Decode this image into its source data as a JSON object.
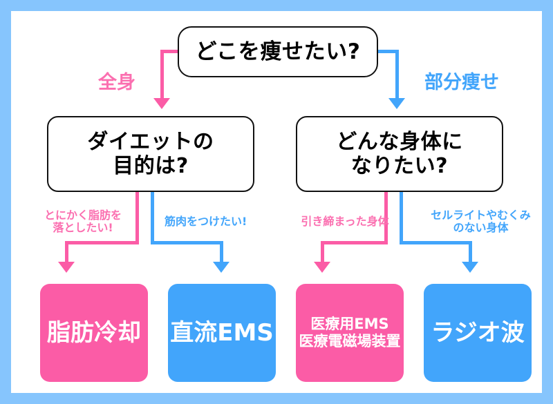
{
  "frame": {
    "border_color": "#86c5fd",
    "background": "#ffffff"
  },
  "palette": {
    "pink": "#fb5ca6",
    "pink_label": "#fb6fb0",
    "blue": "#42a5fb",
    "outline": "#111111",
    "card_text": "#ffffff"
  },
  "chart_data": {
    "type": "diagram",
    "diagram_kind": "decision-flowchart",
    "title": "どこを痩せたい?",
    "orientation": "top-down",
    "nodes": [
      {
        "id": "root",
        "kind": "question",
        "label": "どこを痩せたい?",
        "level": 0
      },
      {
        "id": "q-left",
        "kind": "question",
        "label": "ダイエットの\n目的は?",
        "level": 1
      },
      {
        "id": "q-right",
        "kind": "question",
        "label": "どんな身体に\nなりたい?",
        "level": 1
      },
      {
        "id": "result-1",
        "kind": "result",
        "label": "脂肪冷却",
        "color": "#fb5ca6",
        "level": 2
      },
      {
        "id": "result-2",
        "kind": "result",
        "label": "直流EMS",
        "color": "#42a5fb",
        "level": 2
      },
      {
        "id": "result-3",
        "kind": "result",
        "label": "医療用EMS\n医療電磁場装置",
        "color": "#fb5ca6",
        "level": 2
      },
      {
        "id": "result-4",
        "kind": "result",
        "label": "ラジオ波",
        "color": "#42a5fb",
        "level": 2
      }
    ],
    "edges": [
      {
        "from": "root",
        "to": "q-left",
        "label": "全身",
        "color": "#fb6fb0"
      },
      {
        "from": "root",
        "to": "q-right",
        "label": "部分痩せ",
        "color": "#42a5fb"
      },
      {
        "from": "q-left",
        "to": "result-1",
        "label": "とにかく脂肪を\n落としたい!",
        "color": "#fb6fb0"
      },
      {
        "from": "q-left",
        "to": "result-2",
        "label": "筋肉をつけたい!",
        "color": "#42a5fb"
      },
      {
        "from": "q-right",
        "to": "result-3",
        "label": "引き締まった身体",
        "color": "#fb6fb0"
      },
      {
        "from": "q-right",
        "to": "result-4",
        "label": "セルライトやむくみ\nのない身体",
        "color": "#42a5fb"
      }
    ]
  },
  "boxes": {
    "root": "どこを痩せたい?",
    "left": "ダイエットの\n目的は?",
    "right": "どんな身体に\nなりたい?"
  },
  "edge_labels": {
    "root_left": "全身",
    "root_right": "部分痩せ",
    "left_branch_a": "とにかく脂肪を\n落としたい!",
    "left_branch_b": "筋肉をつけたい!",
    "right_branch_a": "引き締まった身体",
    "right_branch_b": "セルライトやむくみ\nのない身体"
  },
  "cards": [
    {
      "label": "脂肪冷却",
      "color": "#fb5ca6"
    },
    {
      "label": "直流EMS",
      "color": "#42a5fb"
    },
    {
      "label": "医療用EMS\n医療電磁場装置",
      "color": "#fb5ca6"
    },
    {
      "label": "ラジオ波",
      "color": "#42a5fb"
    }
  ]
}
